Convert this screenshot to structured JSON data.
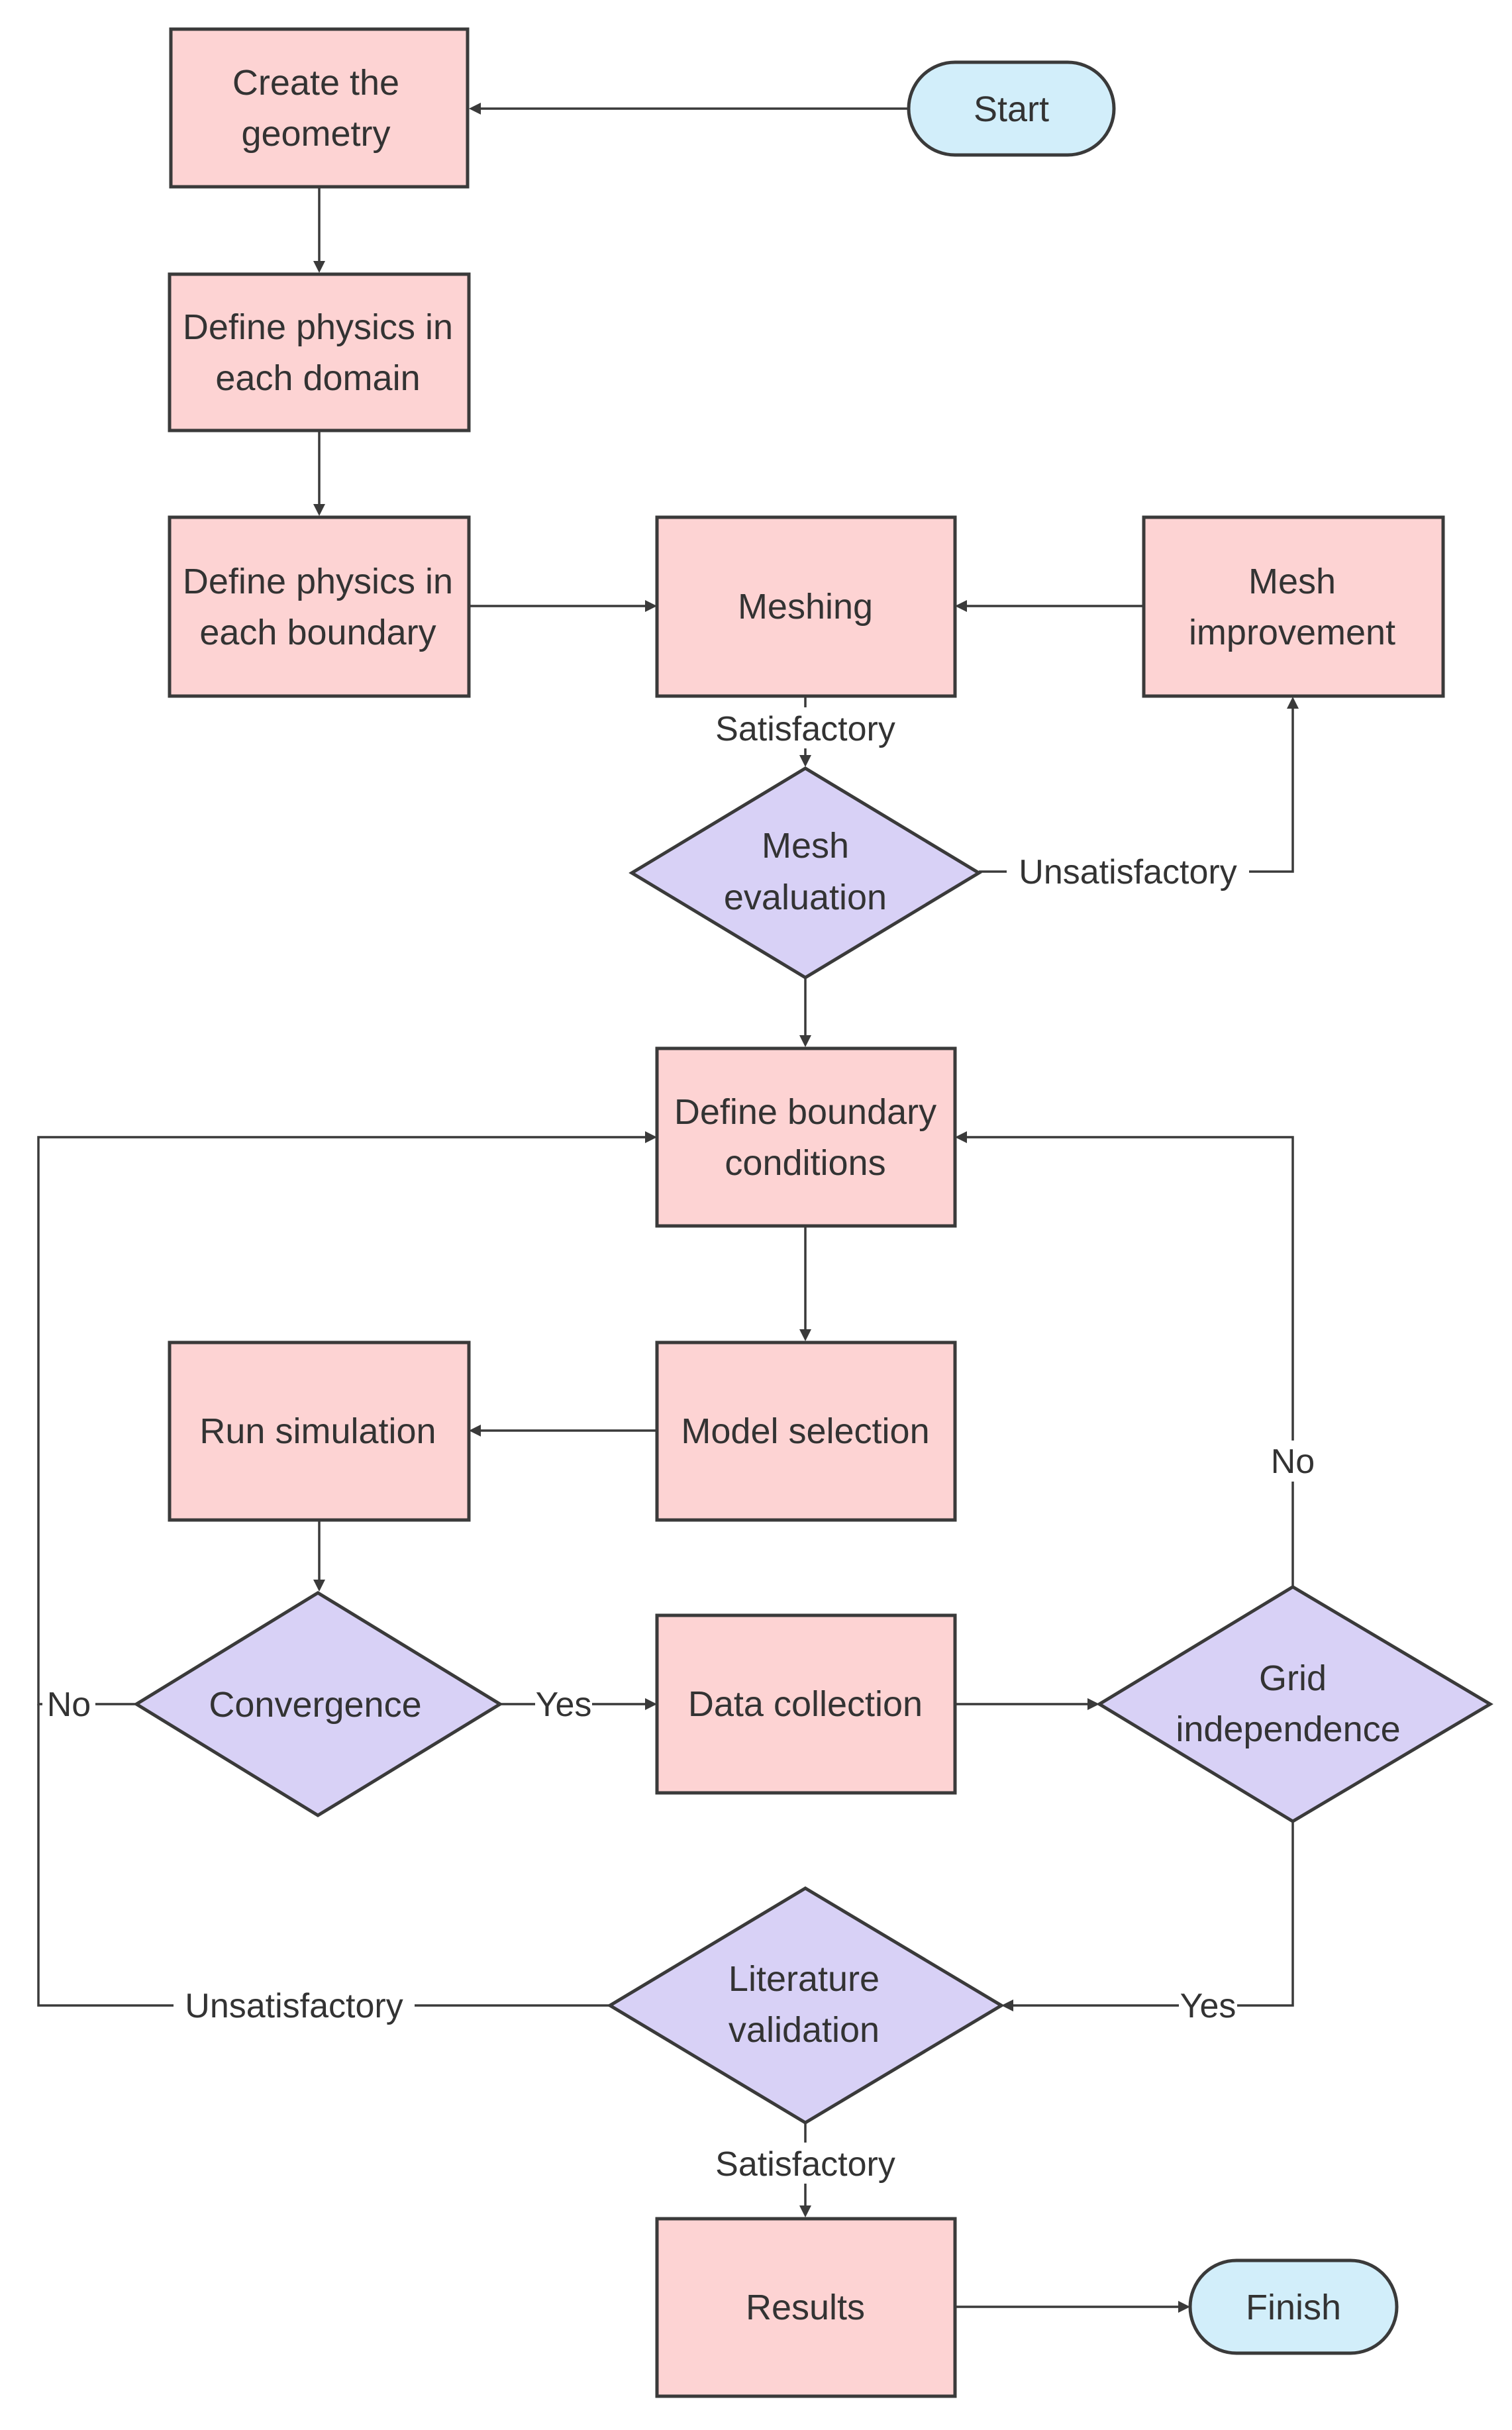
{
  "colors": {
    "process_fill": "#fdd3d3",
    "decision_fill": "#d8d1f6",
    "terminal_fill": "#d2eefa",
    "stroke": "#3a3a3a",
    "text": "#333333",
    "background": "#ffffff"
  },
  "nodes": {
    "start": {
      "lines": [
        "Start"
      ]
    },
    "create_geometry": {
      "lines": [
        "Create the",
        "geometry"
      ]
    },
    "physics_domain": {
      "lines": [
        "Define physics in",
        "each domain"
      ]
    },
    "physics_boundary": {
      "lines": [
        "Define physics in",
        "each boundary"
      ]
    },
    "meshing": {
      "lines": [
        "Meshing"
      ]
    },
    "mesh_improvement": {
      "lines": [
        "Mesh",
        "improvement"
      ]
    },
    "mesh_evaluation": {
      "lines": [
        "Mesh",
        "evaluation"
      ]
    },
    "boundary_conditions": {
      "lines": [
        "Define boundary",
        "conditions"
      ]
    },
    "model_selection": {
      "lines": [
        "Model selection"
      ]
    },
    "run_simulation": {
      "lines": [
        "Run simulation"
      ]
    },
    "convergence": {
      "lines": [
        "Convergence"
      ]
    },
    "data_collection": {
      "lines": [
        "Data collection"
      ]
    },
    "grid_independence": {
      "lines": [
        "Grid",
        "independence"
      ]
    },
    "literature_validation": {
      "lines": [
        "Literature",
        "validation"
      ]
    },
    "results": {
      "lines": [
        "Results"
      ]
    },
    "finish": {
      "lines": [
        "Finish"
      ]
    }
  },
  "edge_labels": {
    "mesh_satisfactory": "Satisfactory",
    "mesh_unsatisfactory": "Unsatisfactory",
    "convergence_no": "No",
    "convergence_yes": "Yes",
    "grid_no": "No",
    "grid_yes": "Yes",
    "literature_unsatisfactory": "Unsatisfactory",
    "literature_satisfactory": "Satisfactory"
  }
}
